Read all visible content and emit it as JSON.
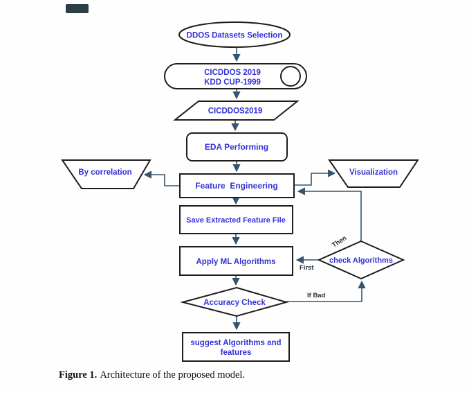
{
  "figure": {
    "caption_label": "Figure 1.",
    "caption_text": "Architecture of the proposed model."
  },
  "colors": {
    "node_text": "#3131d9",
    "shape_border": "#1d1d1d",
    "connector": "#33536e",
    "edge_label": "#2e2e2e",
    "background": "#fefefe"
  },
  "nodes": {
    "start": {
      "shape": "ellipse",
      "label": "DDOS Datasets Selection"
    },
    "datasets": {
      "shape": "cylinder",
      "line1": "CICDDOS 2019",
      "line2": "KDD CUP-1999"
    },
    "selected_dataset": {
      "shape": "parallelogram",
      "label": "CICDDOS2019"
    },
    "eda": {
      "shape": "rounded-rect",
      "label": "EDA Performing"
    },
    "by_correlation": {
      "shape": "trapezoid",
      "label": "By correlation"
    },
    "visualization": {
      "shape": "trapezoid",
      "label": "Visualization"
    },
    "feature_engineering": {
      "shape": "rect",
      "label": "Feature  Engineering"
    },
    "save_features": {
      "shape": "rect",
      "label": "Save Extracted Feature File"
    },
    "apply_ml": {
      "shape": "rect",
      "label": "Apply ML Algorithms"
    },
    "check_algorithms": {
      "shape": "diamond",
      "label": "check Algorithms"
    },
    "accuracy_check": {
      "shape": "diamond",
      "label": "Accuracy Check"
    },
    "suggest": {
      "shape": "rect",
      "line1": "suggest Algorithms and",
      "line2": "features"
    }
  },
  "edge_labels": {
    "then": "Then",
    "first": "First",
    "if_bad": "If Bad"
  }
}
